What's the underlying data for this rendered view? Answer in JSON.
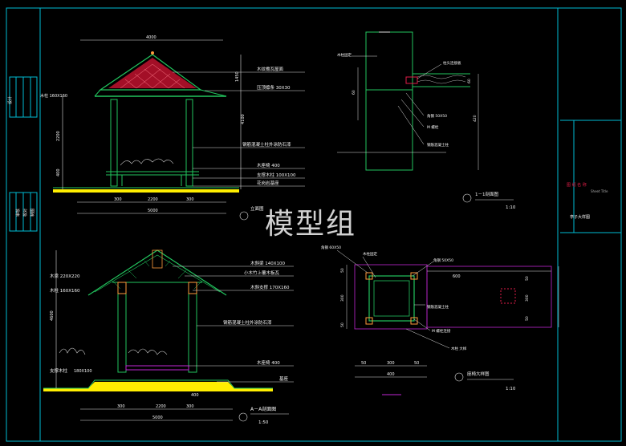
{
  "watermark": "模型组",
  "colors": {
    "frame": "#00bcd4",
    "post": "#22c55e",
    "roof": "#e11d48",
    "text": "#f5f5f5",
    "base": "#ffee00",
    "dim": "#dddddd",
    "magenta": "#c026d3"
  },
  "left_strip": {
    "label_1": "设计",
    "label_2": "审核",
    "label_3": "校对",
    "label_4": "制图"
  },
  "elevation": {
    "dim_top": "4000",
    "left_label": "木柱 160X160",
    "notes": [
      "木纹檐瓦屋面",
      "压顶檩条 30X30",
      "钢筋混凝土柱外涂防石漆",
      "木座椅 400",
      "支撑木柱 100X100",
      "花岗岩基座"
    ],
    "dims_bottom": [
      "300",
      "2200",
      "300"
    ],
    "dim_total": "5000",
    "vdims": [
      "1450",
      "2200",
      "400"
    ],
    "vdim_total": "4100",
    "title": "立面图"
  },
  "section": {
    "left_labels": [
      "木梁 220X220",
      "木柱 160X160",
      "支撑木柱"
    ],
    "notes": [
      "木斜梁 140X100",
      "小木竹上覆木板瓦",
      "木斜支撑 170X160",
      "钢筋混凝土柱外涂防石漆",
      "木座椅 400",
      "基座"
    ],
    "dims_bottom": [
      "300",
      "2200",
      "300"
    ],
    "dim_total": "5000",
    "vdim": "4600",
    "small_dim": "400",
    "left_small": "180X100",
    "title": "A－A剖面图",
    "scale": "1:50"
  },
  "detail1": {
    "labels": [
      "木柱固定",
      "柱头连接板",
      "角钢 50X50",
      "M 螺栓",
      "钢筋混凝土柱"
    ],
    "dims": [
      "60",
      "420"
    ],
    "title": "1－1剖面图",
    "scale": "1:10"
  },
  "plan_detail": {
    "labels": [
      "角钢 60X50",
      "木柱固定",
      "角钢 50X50",
      "钢筋混凝土柱",
      "M 螺栓连接",
      "木柱 大样"
    ],
    "dims_top": [
      "600"
    ],
    "dims_bottom": [
      "50",
      "300",
      "50"
    ],
    "dim_total": "400",
    "vdims": [
      "50",
      "300",
      "50"
    ],
    "right_dims": [
      "50",
      "300",
      "50"
    ],
    "title": "座椅大样图",
    "scale": "1:10"
  },
  "title_block": {
    "line1": "图 纸 名 称",
    "line1b": "Sheet Title",
    "line2": "亭子大样图"
  }
}
